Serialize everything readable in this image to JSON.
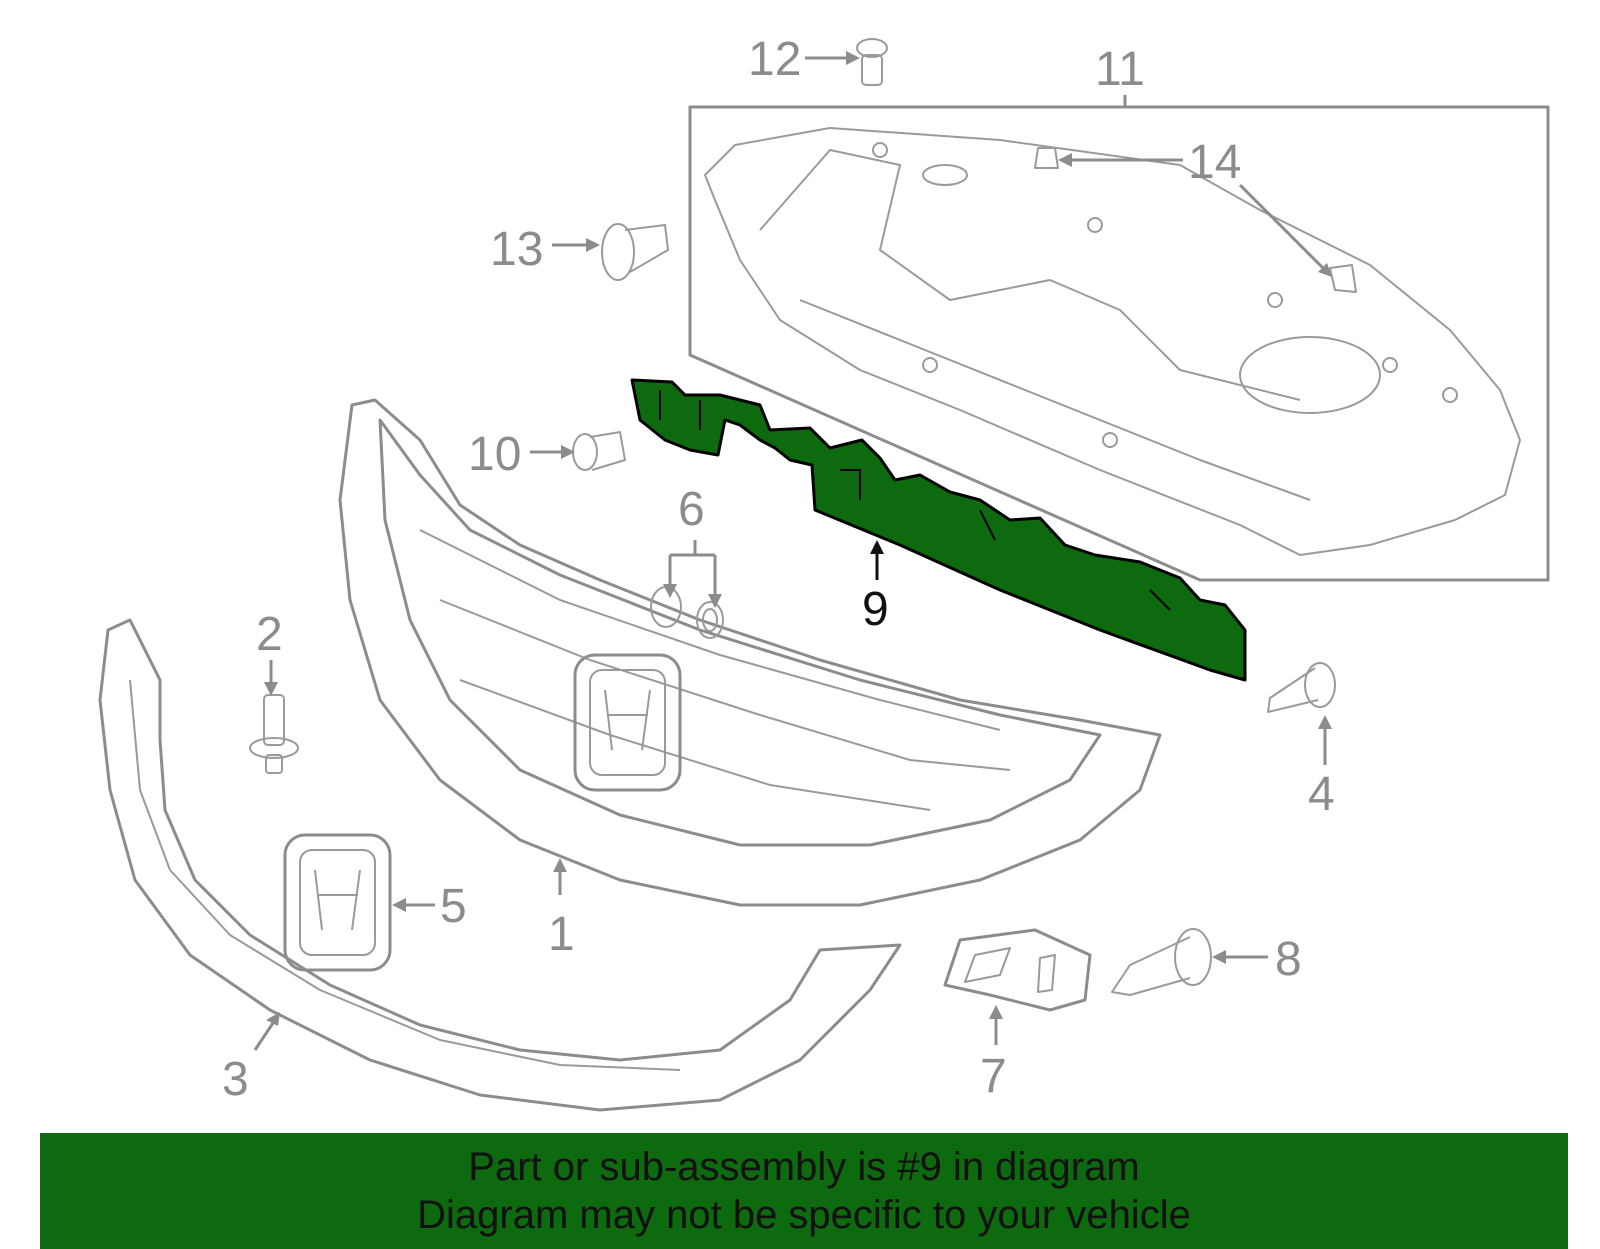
{
  "diagram": {
    "highlight_color": "#0e6a0e",
    "part_color": "#8c8c8c",
    "callouts": [
      {
        "id": "1",
        "label": "1"
      },
      {
        "id": "2",
        "label": "2"
      },
      {
        "id": "3",
        "label": "3"
      },
      {
        "id": "4",
        "label": "4"
      },
      {
        "id": "5",
        "label": "5"
      },
      {
        "id": "6",
        "label": "6"
      },
      {
        "id": "7",
        "label": "7"
      },
      {
        "id": "8",
        "label": "8"
      },
      {
        "id": "9",
        "label": "9"
      },
      {
        "id": "10",
        "label": "10"
      },
      {
        "id": "11",
        "label": "11"
      },
      {
        "id": "12",
        "label": "12"
      },
      {
        "id": "13",
        "label": "13"
      },
      {
        "id": "14",
        "label": "14"
      }
    ]
  },
  "banner": {
    "background": "#0e6a0e",
    "line1": "Part or sub-assembly is #9 in diagram",
    "line2": "Diagram may not be specific to your vehicle"
  }
}
